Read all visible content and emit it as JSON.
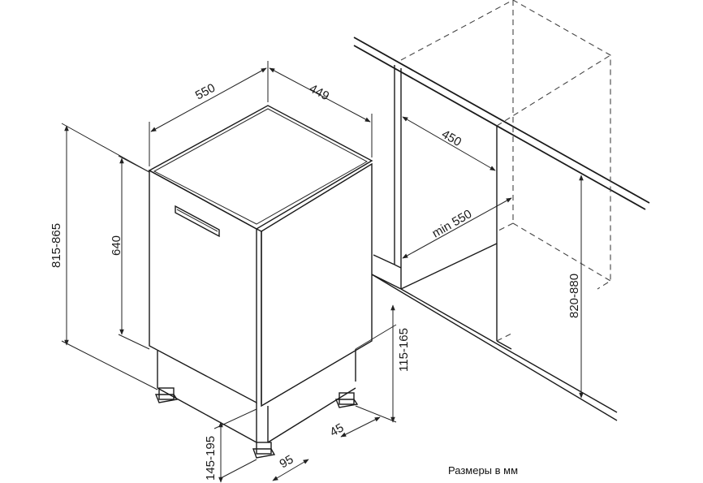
{
  "dimensions": {
    "width": "550",
    "depth": "449",
    "niche_depth": "450",
    "niche_width": "min 550",
    "total_height": "815-865",
    "door_height": "640",
    "niche_height": "820-880",
    "plinth_height": "115-165",
    "leg_offset": "45",
    "leg_height": "145-195",
    "leg_depth": "95"
  },
  "caption": "Размеры в мм"
}
